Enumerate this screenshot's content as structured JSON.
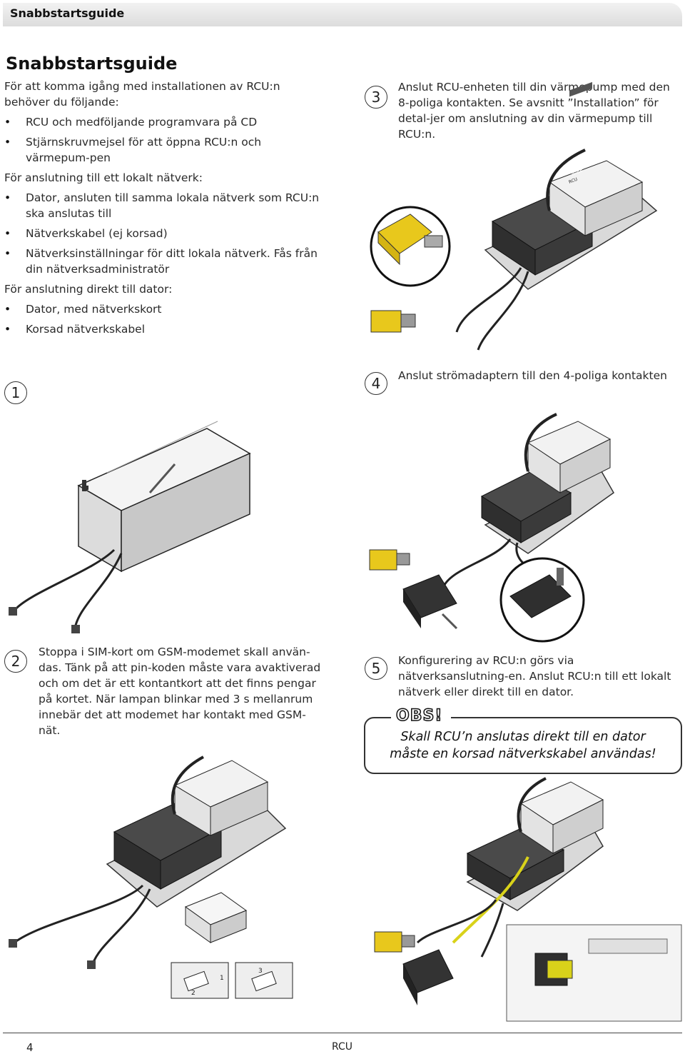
{
  "header": {
    "title": "Snabbstartsguide"
  },
  "main_title": "Snabbstartsguide",
  "intro": {
    "p1": "För att komma igång med installationen av RCU:n behöver du följande:",
    "list1": [
      "RCU och medföljande programvara på CD",
      "Stjärnskruvmejsel för att öppna RCU:n och värmepum-pen"
    ],
    "p2": "För anslutning till ett lokalt nätverk:",
    "list2": [
      "Dator, ansluten till samma lokala nätverk som RCU:n ska anslutas till",
      "Nätverkskabel (ej korsad)",
      "Nätverksinställningar för ditt lokala nätverk. Fås från din nätverksadministratör"
    ],
    "p3": "För anslutning direkt till dator:",
    "list3": [
      "Dator, med nätverkskort",
      "Korsad nätverkskabel"
    ]
  },
  "steps": {
    "s1": {
      "num": "1"
    },
    "s2": {
      "num": "2",
      "text": "Stoppa i SIM-kort om GSM-modemet skall använ-das. Tänk på att pin-koden måste vara avaktiverad och om det är ett kontantkort att det finns pengar på kortet. När lampan blinkar med 3 s mellanrum innebär det att modemet har kontakt med GSM-nät."
    },
    "s3": {
      "num": "3",
      "text": "Anslut RCU-enheten till din värmepump med den 8-poliga kontakten. Se avsnitt ”Installation” för detal-jer om anslutning av din värmepump till RCU:n."
    },
    "s4": {
      "num": "4",
      "text": "Anslut strömadaptern till den 4-poliga kontakten"
    },
    "s5": {
      "num": "5",
      "text": "Konfigurering av RCU:n görs via nätverksanslutning-en. Anslut RCU:n till ett lokalt nätverk eller direkt till en dator."
    }
  },
  "obs": {
    "label": "OBS!",
    "line1": "Skall RCU’n anslutas direkt till en dator",
    "line2": "måste en korsad nätverkskabel användas!"
  },
  "device_labels": {
    "brand": "NIBE",
    "model": "RCU"
  },
  "figure_marks": {
    "slot_1": "1",
    "slot_2": "2",
    "slot_3": "3"
  },
  "footer": {
    "page": "4",
    "doc": "RCU"
  },
  "colors": {
    "header_bar": "#dcdcdc",
    "yellow_connector": "#e8c81c",
    "yellow_cable": "#d9d21a",
    "device_dark": "#2f2f2f",
    "device_light": "#f2f2f2"
  }
}
